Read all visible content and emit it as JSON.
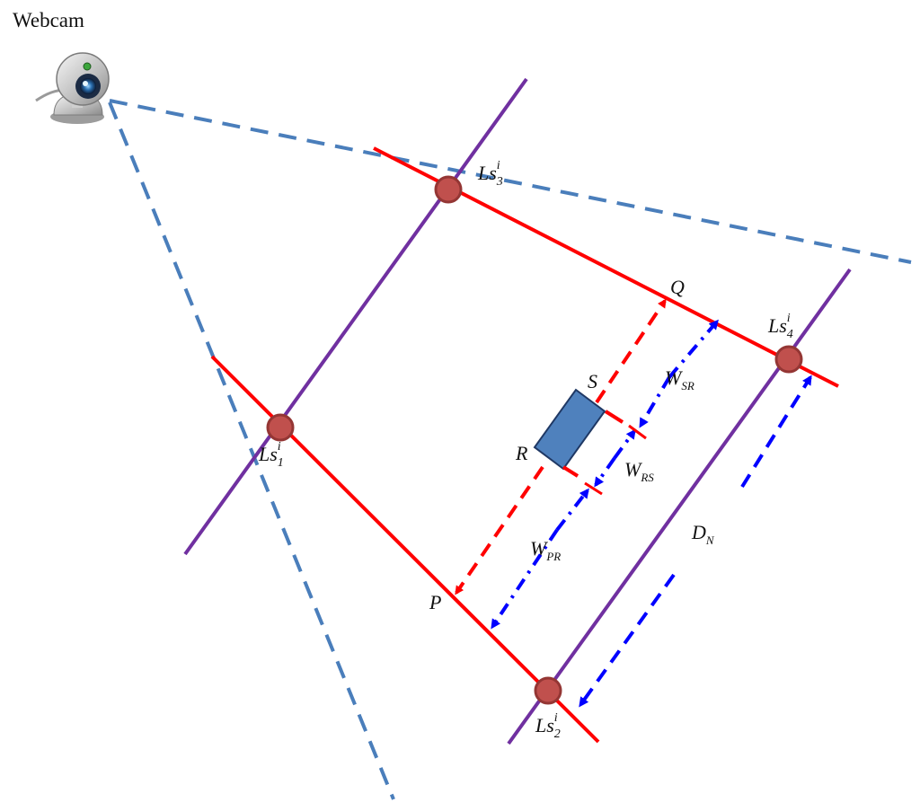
{
  "title": "Webcam",
  "colors": {
    "fov": "#4a7ebb",
    "vertical_line": "#7030a0",
    "red_line": "#ff0000",
    "node_fill": "#c0504d",
    "node_stroke": "#943634",
    "blue_arrow": "#0000ff",
    "object_fill": "#4f81bd",
    "object_stroke": "#1f3864"
  },
  "icons": {
    "camera": "webcam-icon"
  },
  "points": {
    "ls1": {
      "base": "Ls",
      "sub": "1",
      "sup": "i"
    },
    "ls2": {
      "base": "Ls",
      "sub": "2",
      "sup": "i"
    },
    "ls3": {
      "base": "Ls",
      "sub": "3",
      "sup": "i"
    },
    "ls4": {
      "base": "Ls",
      "sub": "4",
      "sup": "i"
    },
    "p": "P",
    "q": "Q",
    "r": "R",
    "s": "S"
  },
  "measures": {
    "w_sr": {
      "base": "W",
      "sub": "SR"
    },
    "w_rs": {
      "base": "W",
      "sub": "RS"
    },
    "w_pr": {
      "base": "W",
      "sub": "PR"
    },
    "d_n": {
      "base": "D",
      "sub": "N"
    }
  }
}
